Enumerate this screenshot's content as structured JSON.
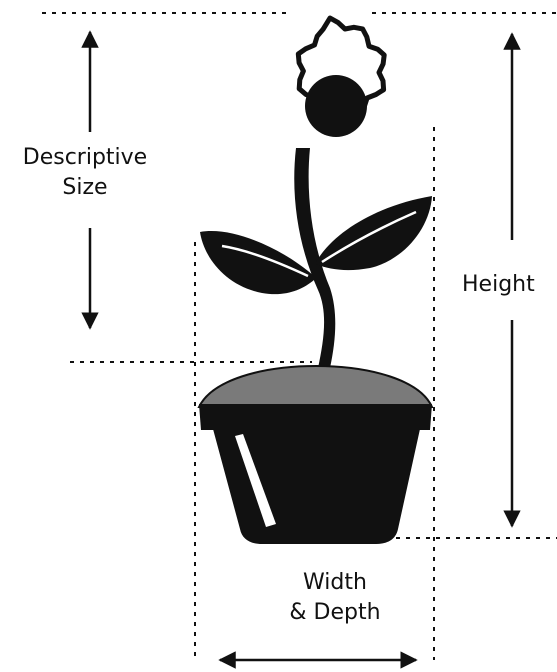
{
  "labels": {
    "descriptive_size_line1": "Descriptive",
    "descriptive_size_line2": "Size",
    "height": "Height",
    "width_depth_line1": "Width",
    "width_depth_line2": "& Depth"
  },
  "icons": [
    "flower-icon",
    "pot-icon"
  ],
  "colors": {
    "ink": "#111111",
    "soil": "#7a7a7a",
    "background": "#ffffff"
  }
}
